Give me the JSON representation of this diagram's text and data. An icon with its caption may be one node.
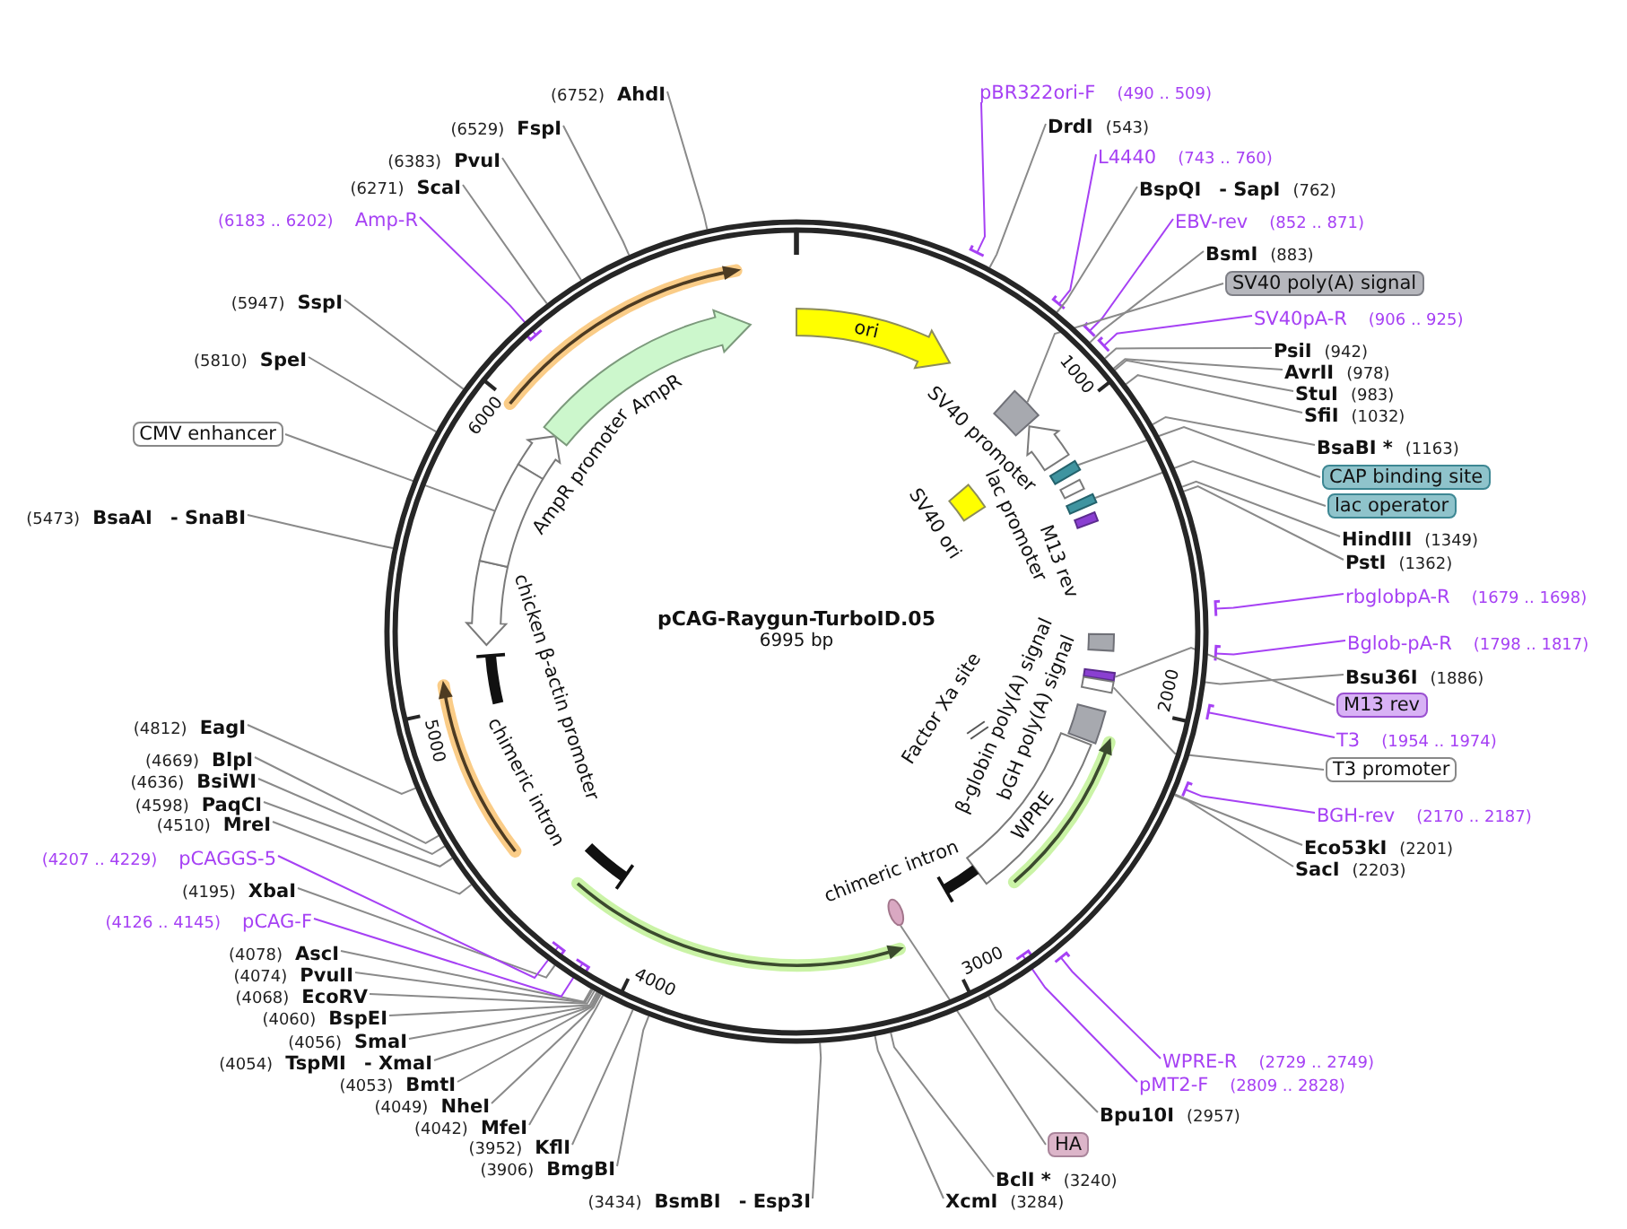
{
  "diagram": {
    "nodes": [
      {
        "text": [
          "(6752)",
          "AhdI"
        ]
      },
      {
        "text": [
          "pBR322ori-F",
          "(490 .. 509)"
        ]
      },
      {
        "text": [
          "DrdI",
          "(543)"
        ]
      },
      {
        "text": [
          "L4440",
          "(743 .. 760)"
        ]
      },
      {
        "text": [
          "BspQI",
          "- SapI",
          "(762)"
        ]
      },
      {
        "text": [
          "EBV-rev",
          "(852 .. 871)"
        ]
      },
      {
        "text": [
          "BsmI",
          "(883)"
        ]
      },
      {
        "text": [
          "SV40 poly(A) signal"
        ]
      },
      {
        "text": [
          "SV40pA-R",
          "(906 .. 925)"
        ]
      },
      {
        "text": [
          "PsiI",
          "(942)"
        ]
      },
      {
        "text": [
          "AvrII",
          "(978)"
        ]
      },
      {
        "text": [
          "StuI",
          "(983)"
        ]
      },
      {
        "text": [
          "SfiI",
          "(1032)"
        ]
      },
      {
        "text": [
          "BsaBI *",
          "(1163)"
        ]
      },
      {
        "text": [
          "CAP binding site"
        ]
      },
      {
        "text": [
          "lac operator"
        ]
      },
      {
        "text": [
          "HindIII",
          "(1349)"
        ]
      },
      {
        "text": [
          "PstI",
          "(1362)"
        ]
      },
      {
        "text": [
          "rbglobpA-R",
          "(1679 .. 1698)"
        ]
      },
      {
        "text": [
          "Bglob-pA-R",
          "(1798 .. 1817)"
        ]
      },
      {
        "text": [
          "Bsu36I",
          "(1886)"
        ]
      },
      {
        "text": [
          "M13 rev"
        ]
      },
      {
        "text": [
          "T3",
          "(1954 .. 1974)"
        ]
      },
      {
        "text": [
          "T3 promoter"
        ]
      },
      {
        "text": [
          "BGH-rev",
          "(2170 .. 2187)"
        ]
      },
      {
        "text": [
          "Eco53kI",
          "(2201)"
        ]
      },
      {
        "text": [
          "SacI",
          "(2203)"
        ]
      },
      {
        "text": [
          "WPRE-R",
          "(2729 .. 2749)"
        ]
      },
      {
        "text": [
          "pMT2-F",
          "(2809 .. 2828)"
        ]
      },
      {
        "text": [
          "Bpu10I",
          "(2957)"
        ]
      },
      {
        "text": [
          "HA"
        ]
      },
      {
        "text": [
          "BclI *",
          "(3240)"
        ]
      },
      {
        "text": [
          "XcmI",
          "(3284)"
        ]
      },
      {
        "text": [
          "(3434)",
          "BsmBI",
          "- Esp3I"
        ]
      },
      {
        "text": [
          "(3906)",
          "BmgBI"
        ]
      },
      {
        "text": [
          "(3952)",
          "KflI"
        ]
      },
      {
        "text": [
          "(4042)",
          "MfeI"
        ]
      },
      {
        "text": [
          "(4049)",
          "NheI"
        ]
      },
      {
        "text": [
          "(4053)",
          "BmtI"
        ]
      },
      {
        "text": [
          "(4054)",
          "TspMI",
          "- XmaI"
        ]
      },
      {
        "text": [
          "(4056)",
          "SmaI"
        ]
      },
      {
        "text": [
          "(4060)",
          "BspEI"
        ]
      },
      {
        "text": [
          "(4068)",
          "EcoRV"
        ]
      },
      {
        "text": [
          "(4074)",
          "PvuII"
        ]
      },
      {
        "text": [
          "(4078)",
          "AscI"
        ]
      },
      {
        "text": [
          "(4126 .. 4145)",
          "pCAG-F"
        ]
      },
      {
        "text": [
          "(4195)",
          "XbaI"
        ]
      },
      {
        "text": [
          "(4207 .. 4229)",
          "pCAGGS-5"
        ]
      },
      {
        "text": [
          "(4510)",
          "MreI"
        ]
      },
      {
        "text": [
          "(4598)",
          "PaqCI"
        ]
      },
      {
        "text": [
          "(4636)",
          "BsiWI"
        ]
      },
      {
        "text": [
          "(4669)",
          "BlpI"
        ]
      },
      {
        "text": [
          "(4812)",
          "EagI"
        ]
      },
      {
        "text": [
          "(5473)",
          "BsaAI",
          "- SnaBI"
        ]
      },
      {
        "text": [
          "CMV enhancer"
        ]
      },
      {
        "text": [
          "(5810)",
          "SpeI"
        ]
      },
      {
        "text": [
          "(5947)",
          "SspI"
        ]
      },
      {
        "text": [
          "(6183 .. 6202)",
          "Amp-R"
        ]
      },
      {
        "text": [
          "(6271)",
          "ScaI"
        ]
      },
      {
        "text": [
          "(6383)",
          "PvuI"
        ]
      },
      {
        "text": [
          "(6529)",
          "FspI"
        ]
      },
      {
        "text": [
          "pCAG-Raygun-TurboID.05",
          "6995 bp"
        ]
      },
      {
        "text": [
          "ori"
        ],
        "in": 61
      },
      {
        "text": [
          "SV40 promoter"
        ],
        "in": 61
      },
      {
        "text": [
          "SV40 ori"
        ],
        "in": 61
      },
      {
        "text": [
          "lac promoter"
        ],
        "in": 61
      },
      {
        "text": [
          "M13 rev"
        ],
        "in": 61
      },
      {
        "text": [
          "β-globin poly(A) signal"
        ],
        "in": 61
      },
      {
        "text": [
          "bGH poly(A) signal"
        ],
        "in": 61
      },
      {
        "text": [
          "Factor Xa site"
        ],
        "in": 61
      },
      {
        "text": [
          "WPRE"
        ],
        "in": 61
      },
      {
        "text": [
          "chimeric intron"
        ],
        "in": 61
      },
      {
        "text": [
          "chimeric intron"
        ],
        "in": 61
      },
      {
        "text": [
          "chicken β-actin promoter"
        ],
        "in": 61
      },
      {
        "text": [
          "AmpR promoter"
        ],
        "in": 61
      },
      {
        "text": [
          "AmpR"
        ],
        "in": 61
      },
      {
        "text": [],
        "shape": "box",
        "in": 61
      },
      {
        "text": [],
        "shape": "box",
        "in": 61
      },
      {
        "text": [],
        "shape": "box",
        "in": 61
      },
      {
        "text": [],
        "shape": "box",
        "in": 61
      },
      {
        "text": [],
        "shape": "bar",
        "in": 61
      },
      {
        "text": [],
        "shape": "box",
        "in": 61
      },
      {
        "text": [],
        "shape": "ellipse",
        "in": 61
      }
    ],
    "edges": [
      {
        "from": 0,
        "to": 61,
        "arrow": "none"
      },
      {
        "from": 1,
        "to": 61,
        "arrow": "other",
        "color": "#a641f4"
      },
      {
        "from": 2,
        "to": 61,
        "arrow": "none"
      },
      {
        "from": 3,
        "to": 61,
        "arrow": "other",
        "color": "#a641f4"
      },
      {
        "from": 4,
        "to": 61,
        "arrow": "none"
      },
      {
        "from": 5,
        "to": 61,
        "arrow": "other",
        "color": "#a641f4"
      },
      {
        "from": 6,
        "to": 61,
        "arrow": "none"
      },
      {
        "from": 7,
        "to": 76,
        "arrow": "none"
      },
      {
        "from": 8,
        "to": 61,
        "arrow": "other",
        "color": "#a641f4"
      },
      {
        "from": 9,
        "to": 61,
        "arrow": "none"
      },
      {
        "from": 10,
        "to": 61,
        "arrow": "none"
      },
      {
        "from": 11,
        "to": 61,
        "arrow": "none"
      },
      {
        "from": 12,
        "to": 61,
        "arrow": "none"
      },
      {
        "from": 13,
        "to": 61,
        "arrow": "none"
      },
      {
        "from": 14,
        "to": 77,
        "arrow": "none"
      },
      {
        "from": 15,
        "to": 78,
        "arrow": "none"
      },
      {
        "from": 16,
        "to": 61,
        "arrow": "none"
      },
      {
        "from": 17,
        "to": 61,
        "arrow": "none"
      },
      {
        "from": 18,
        "to": 61,
        "arrow": "other",
        "color": "#a641f4"
      },
      {
        "from": 19,
        "to": 61,
        "arrow": "other",
        "color": "#a641f4"
      },
      {
        "from": 20,
        "to": 61,
        "arrow": "none"
      },
      {
        "from": 21,
        "to": 80,
        "arrow": "none"
      },
      {
        "from": 22,
        "to": 61,
        "arrow": "other",
        "color": "#a641f4"
      },
      {
        "from": 23,
        "to": 81,
        "arrow": "none"
      },
      {
        "from": 24,
        "to": 61,
        "arrow": "other",
        "color": "#a641f4"
      },
      {
        "from": 25,
        "to": 61,
        "arrow": "none"
      },
      {
        "from": 26,
        "to": 61,
        "arrow": "none"
      },
      {
        "from": 27,
        "to": 61,
        "arrow": "other",
        "color": "#a641f4"
      },
      {
        "from": 28,
        "to": 61,
        "arrow": "other",
        "color": "#a641f4"
      },
      {
        "from": 29,
        "to": 61,
        "arrow": "none"
      },
      {
        "from": 30,
        "to": 82,
        "arrow": "none"
      },
      {
        "from": 31,
        "to": 61,
        "arrow": "none"
      },
      {
        "from": 32,
        "to": 61,
        "arrow": "none"
      },
      {
        "from": 33,
        "to": 61,
        "arrow": "none"
      },
      {
        "from": 34,
        "to": 61,
        "arrow": "none"
      },
      {
        "from": 35,
        "to": 61,
        "arrow": "none"
      },
      {
        "from": 36,
        "to": 61,
        "arrow": "none"
      },
      {
        "from": 37,
        "to": 61,
        "arrow": "none"
      },
      {
        "from": 38,
        "to": 61,
        "arrow": "none"
      },
      {
        "from": 39,
        "to": 61,
        "arrow": "none"
      },
      {
        "from": 40,
        "to": 61,
        "arrow": "none"
      },
      {
        "from": 41,
        "to": 61,
        "arrow": "none"
      },
      {
        "from": 42,
        "to": 61,
        "arrow": "none"
      },
      {
        "from": 43,
        "to": 61,
        "arrow": "none"
      },
      {
        "from": 44,
        "to": 61,
        "arrow": "none"
      },
      {
        "from": 45,
        "to": 61,
        "arrow": "other",
        "color": "#a641f4"
      },
      {
        "from": 46,
        "to": 61,
        "arrow": "none"
      },
      {
        "from": 47,
        "to": 61,
        "arrow": "other",
        "color": "#a641f4"
      },
      {
        "from": 48,
        "to": 61,
        "arrow": "none"
      },
      {
        "from": 49,
        "to": 61,
        "arrow": "none"
      },
      {
        "from": 50,
        "to": 61,
        "arrow": "none"
      },
      {
        "from": 51,
        "to": 61,
        "arrow": "none"
      },
      {
        "from": 52,
        "to": 61,
        "arrow": "none"
      },
      {
        "from": 53,
        "to": 61,
        "arrow": "none"
      },
      {
        "from": 54,
        "to": 79,
        "arrow": "none"
      },
      {
        "from": 55,
        "to": 61,
        "arrow": "none"
      },
      {
        "from": 56,
        "to": 61,
        "arrow": "none"
      },
      {
        "from": 57,
        "to": 61,
        "arrow": "other",
        "color": "#a641f4"
      },
      {
        "from": 58,
        "to": 61,
        "arrow": "none"
      },
      {
        "from": 59,
        "to": 61,
        "arrow": "none"
      },
      {
        "from": 60,
        "to": 61,
        "arrow": "none"
      }
    ],
    "labels": [
      "1000",
      "2000",
      "3000",
      "4000",
      "5000",
      "6000"
    ]
  }
}
